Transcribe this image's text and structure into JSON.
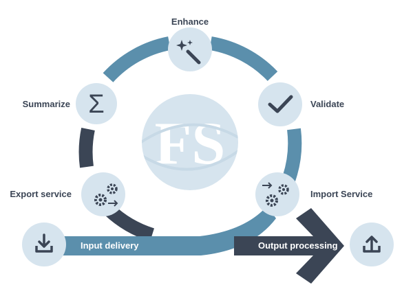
{
  "diagram": {
    "steps": {
      "enhance": "Enhance",
      "validate": "Validate",
      "import_service": "Import Service",
      "export_service": "Export service",
      "summarize": "Summarize"
    },
    "arrows": {
      "input_delivery": "Input delivery",
      "output_processing": "Output processing"
    },
    "center_logo_text": "FS",
    "icons": {
      "enhance": "magic-wand-icon",
      "validate": "checkmark-icon",
      "import_service": "import-gears-icon",
      "export_service": "export-gears-icon",
      "summarize": "sigma-icon",
      "input": "download-icon",
      "output": "upload-icon"
    },
    "colors": {
      "ring_light": "#5b8fac",
      "ring_dark": "#3b4555",
      "node_fill": "#d6e4ee",
      "text_dark": "#3b4555",
      "white": "#ffffff"
    }
  }
}
